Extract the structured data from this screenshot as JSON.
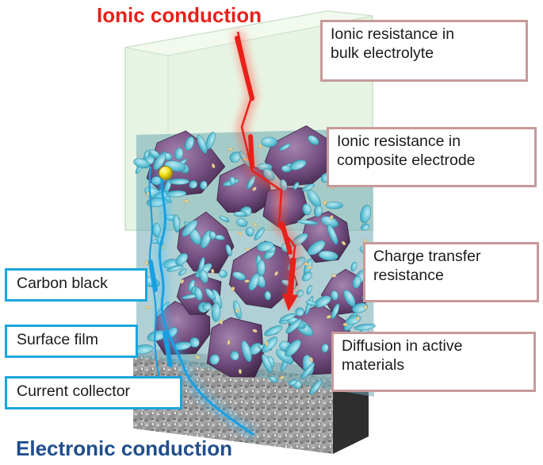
{
  "titles": {
    "ionic": "Ionic conduction",
    "electronic": "Electronic conduction"
  },
  "resistance_labels": [
    {
      "line1": "Ionic resistance in",
      "line2": "bulk electrolyte"
    },
    {
      "line1": "Ionic resistance in",
      "line2": "composite electrode"
    },
    {
      "line1": "Charge transfer",
      "line2": "resistance"
    },
    {
      "line1": "Diffusion in active",
      "line2": "materials"
    }
  ],
  "component_labels": [
    "Carbon black",
    "Surface film",
    "Current collector"
  ],
  "colors": {
    "ionic_path": "#e8201a",
    "electronic_path": "#1a9fe0",
    "electronic_title": "#1f4e8c",
    "resistance_box_border": "#c79a9a",
    "component_box_border": "#1aa6dc",
    "electrolyte": "#dcefdc",
    "active_material": "#6f4a7a",
    "carbon_black": "#63c3d6",
    "current_collector": "#9a9a9a"
  }
}
